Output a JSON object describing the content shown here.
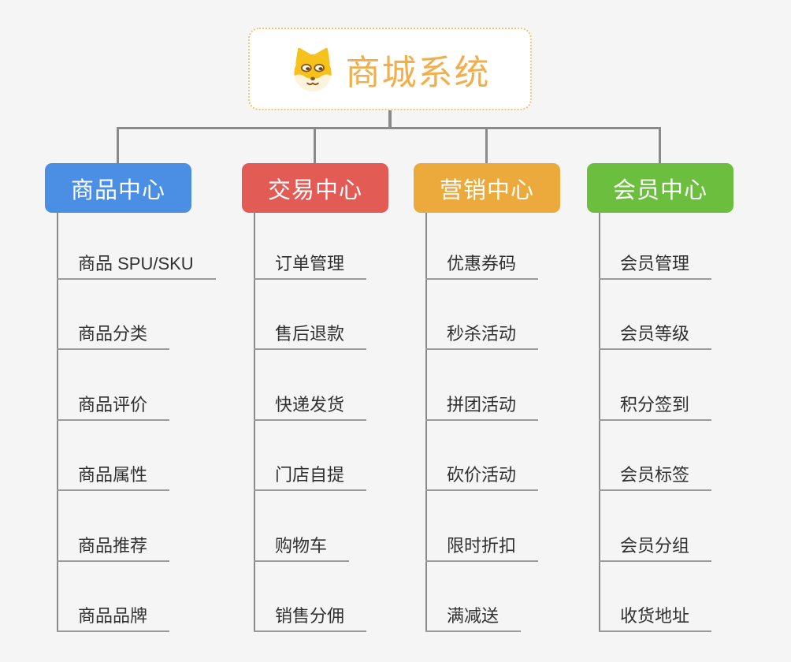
{
  "root": {
    "title": "商城系统",
    "icon": "dog-face"
  },
  "colors": {
    "bg": "#f5f5f5",
    "line": "#8a8a8a",
    "underline": "#9a9a9a",
    "root_accent": "#f2ae4a",
    "root_border": "#f6c26b"
  },
  "branches": [
    {
      "id": "product-center",
      "title": "商品中心",
      "color": "#4a8fe4",
      "items": [
        "商品 SPU/SKU",
        "商品分类",
        "商品评价",
        "商品属性",
        "商品推荐",
        "商品品牌"
      ]
    },
    {
      "id": "trade-center",
      "title": "交易中心",
      "color": "#e25b55",
      "items": [
        "订单管理",
        "售后退款",
        "快递发货",
        "门店自提",
        "购物车",
        "销售分佣"
      ]
    },
    {
      "id": "marketing-center",
      "title": "营销中心",
      "color": "#edaa3c",
      "items": [
        "优惠券码",
        "秒杀活动",
        "拼团活动",
        "砍价活动",
        "限时折扣",
        "满减送"
      ]
    },
    {
      "id": "member-center",
      "title": "会员中心",
      "color": "#6cbe3f",
      "items": [
        "会员管理",
        "会员等级",
        "积分签到",
        "会员标签",
        "会员分组",
        "收货地址"
      ]
    }
  ]
}
